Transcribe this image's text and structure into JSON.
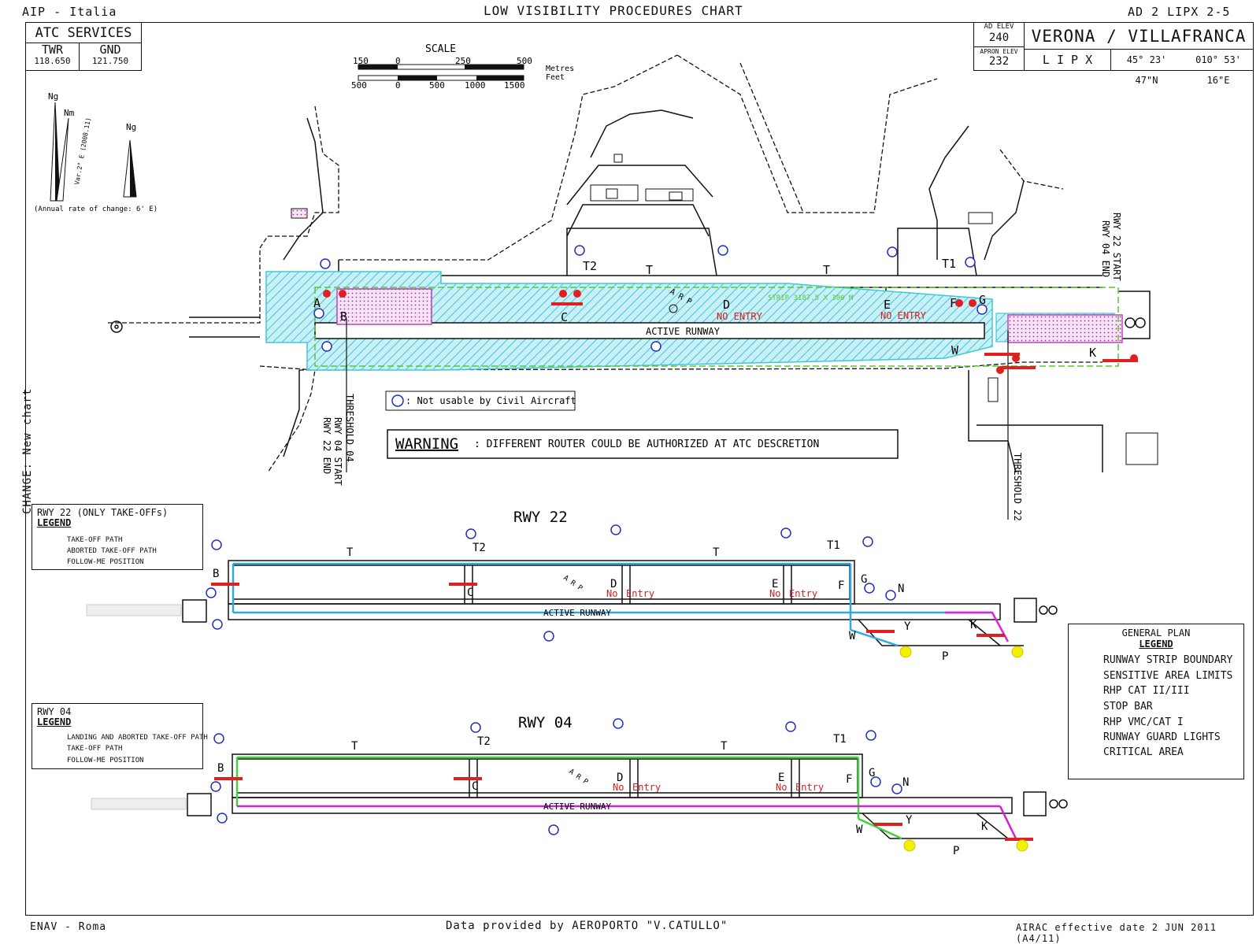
{
  "header": {
    "left": "AIP - Italia",
    "center": "LOW VISIBILITY PROCEDURES CHART",
    "right": "AD 2 LIPX 2-5"
  },
  "footer": {
    "left": "ENAV - Roma",
    "center": "Data provided by AEROPORTO \"V.CATULLO\"",
    "right": "AIRAC effective date 2 JUN 2011 (A4/11)"
  },
  "side_note": "CHANGE: New chart",
  "atc": {
    "title": "ATC SERVICES",
    "twr_label": "TWR",
    "twr_freq": "118.650",
    "gnd_label": "GND",
    "gnd_freq": "121.750"
  },
  "aerodrome": {
    "ad_elev_label": "AD ELEV",
    "ad_elev": "240",
    "apron_elev_label": "APRON ELEV",
    "apron_elev": "232",
    "name": "VERONA / VILLAFRANCA",
    "icao": "L I P X",
    "lat": "45° 23' 47\"N",
    "lon": "010° 53' 16\"E"
  },
  "scale": {
    "title": "SCALE",
    "metres_label": "Metres",
    "feet_label": "Feet",
    "metres_ticks": [
      "150",
      "0",
      "250",
      "500"
    ],
    "feet_ticks": [
      "500",
      "0",
      "500",
      "1000",
      "1500"
    ]
  },
  "north": {
    "ng": "Ng",
    "nm": "Nm",
    "variation": "Var.2° E (2008.11)",
    "annual": "(Annual rate of change: 6' E)"
  },
  "main_plan": {
    "active_runway": "ACTIVE RUNWAY",
    "strip": "STRIP 3187.5 X 300 M",
    "arp": "A R P",
    "no_entry_d": "NO ENTRY",
    "no_entry_e": "NO ENTRY",
    "taxiways": {
      "T2": "T2",
      "T1": "T1",
      "T_a": "T",
      "T_b": "T",
      "A": "A",
      "B": "B",
      "C": "C",
      "D": "D",
      "E": "E",
      "F": "F",
      "G": "G",
      "W": "W",
      "K": "K"
    },
    "threshold04": "THRESHOLD 04",
    "rwy04start_22end_a": "RWY 04 START",
    "rwy04start_22end_b": "RWY 22 END",
    "threshold22": "THRESHOLD 22",
    "rwy22start": "RWY 22 START",
    "rwy04end": "RWY 04 END",
    "not_usable": ": Not usable by Civil Aircraft",
    "warning_label": "WARNING",
    "warning_text": ": DIFFERENT ROUTER COULD BE AUTHORIZED AT ATC DESCRETION"
  },
  "rwy22": {
    "title": "RWY 22",
    "legend_title": "RWY 22 (ONLY TAKE-OFFs)",
    "legend_sub": "LEGEND",
    "legend_items": [
      "TAKE-OFF PATH",
      "ABORTED TAKE-OFF PATH",
      "FOLLOW-ME POSITION"
    ],
    "active_runway": "ACTIVE RUNWAY",
    "labels": {
      "T_a": "T",
      "T_b": "T",
      "T2": "T2",
      "T1": "T1",
      "B": "B",
      "C": "C",
      "D": "D",
      "E": "E",
      "F": "F",
      "G": "G",
      "N": "N",
      "Y": "Y",
      "W": "W",
      "K": "K",
      "P": "P",
      "arp": "A R P",
      "no": "No",
      "entry": "Entry"
    }
  },
  "rwy04": {
    "title": "RWY 04",
    "legend_title": "RWY 04",
    "legend_sub": "LEGEND",
    "legend_items": [
      "LANDING AND ABORTED TAKE-OFF PATH",
      "TAKE-OFF PATH",
      "FOLLOW-ME POSITION"
    ],
    "active_runway": "ACTIVE RUNWAY",
    "labels": {
      "T_a": "T",
      "T_b": "T",
      "T2": "T2",
      "T1": "T1",
      "B": "B",
      "C": "C",
      "D": "D",
      "E": "E",
      "F": "F",
      "G": "G",
      "N": "N",
      "Y": "Y",
      "W": "W",
      "K": "K",
      "P": "P",
      "arp": "A R P",
      "no": "No",
      "entry": "Entry"
    }
  },
  "general_legend": {
    "title": "GENERAL PLAN",
    "sub": "LEGEND",
    "items": [
      "RUNWAY STRIP BOUNDARY",
      "SENSITIVE AREA LIMITS",
      "RHP CAT II/III",
      "STOP BAR",
      "RHP VMC/CAT I",
      "RUNWAY GUARD LIGHTS",
      "CRITICAL AREA"
    ]
  },
  "colors": {
    "sensitive": "#3fc8d8",
    "critical": "#c040c0",
    "strip": "#58c830",
    "stopbar": "#e02020",
    "takeoff22": "#e020e0",
    "aborted22": "#30a8e0",
    "landing04": "#d020d0",
    "takeoff04": "#40d040",
    "followme": "#f0f000",
    "notusable": "#2030c0"
  }
}
